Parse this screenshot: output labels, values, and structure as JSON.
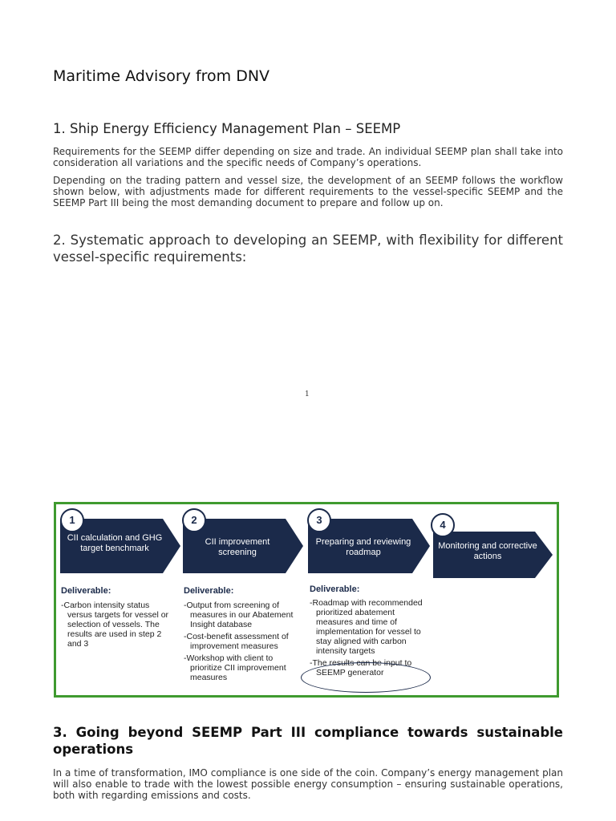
{
  "doc": {
    "title": "Maritime Advisory from DNV",
    "section1": {
      "heading": "1.  Ship Energy Efficiency Management Plan – SEEMP",
      "para1": "Requirements for the SEEMP differ depending on size and trade. An individual SEEMP plan shall take into consideration all variations and the specific needs of Company’s operations.",
      "para2": "Depending on the trading pattern and vessel size, the development of an SEEMP follows the workflow shown below, with adjustments made for different requirements to the vessel-specific SEEMP and the SEEMP Part III being the most demanding document to prepare and follow up on."
    },
    "section2": {
      "heading": "2. Systematic approach to developing an SEEMP, with flexibility for different vessel-specific requirements:"
    },
    "page_number": "1",
    "section3": {
      "heading": "3. Going beyond SEEMP Part III compliance towards sustainable operations",
      "para": "In a time of transformation, IMO compliance is one side of the coin. Company’s energy management plan will also enable to trade with the lowest possible energy consumption – ensuring sustainable operations, both with regarding emissions and costs."
    }
  },
  "diagram": {
    "colors": {
      "border": "#3f9a2f",
      "step_fill": "#1b2a4a",
      "text": "#222222"
    },
    "steps": [
      {
        "number": "1",
        "label": "CII calculation and GHG target benchmark"
      },
      {
        "number": "2",
        "label": "CII improvement screening"
      },
      {
        "number": "3",
        "label": "Preparing and reviewing roadmap"
      },
      {
        "number": "4",
        "label": "Monitoring and corrective actions"
      }
    ],
    "deliverables": [
      {
        "heading": "Deliverable:",
        "items": [
          "-Carbon intensity status versus targets for vessel or selection of vessels. The results are used in step 2 and 3"
        ]
      },
      {
        "heading": "Deliverable:",
        "items": [
          "-Output from screening of measures in our Abatement Insight database",
          "-Cost-benefit assessment of improvement measures",
          "-Workshop with client to prioritize CII improvement measures"
        ]
      },
      {
        "heading": "Deliverable:",
        "items": [
          "-Roadmap with recommended prioritized abatement measures and time of implementation for vessel to stay aligned with carbon intensity targets",
          "-The results can be input to SEEMP generator"
        ]
      }
    ]
  }
}
